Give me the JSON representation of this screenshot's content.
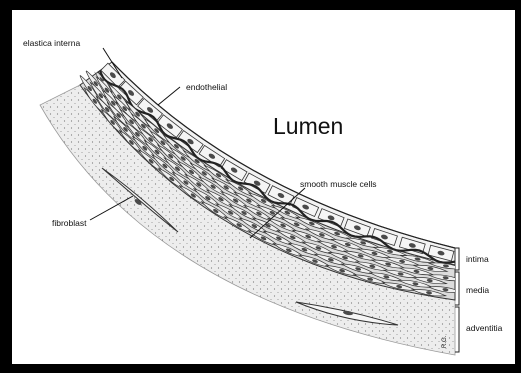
{
  "labels": {
    "elastica_interna": "elastica interna",
    "endothelial": "endothelial",
    "lumen": "Lumen",
    "smooth_muscle": "smooth muscle cells",
    "fibroblast": "fibroblast",
    "intima": "intima",
    "media": "media",
    "adventitia": "adventitia",
    "signature": "R.G."
  },
  "colors": {
    "background": "#000000",
    "panel": "#ffffff",
    "outline": "#222222",
    "cell_fill": "#e9e9e9",
    "adventitia_fill": "#ececec",
    "nucleus": "#4a4a4a"
  }
}
